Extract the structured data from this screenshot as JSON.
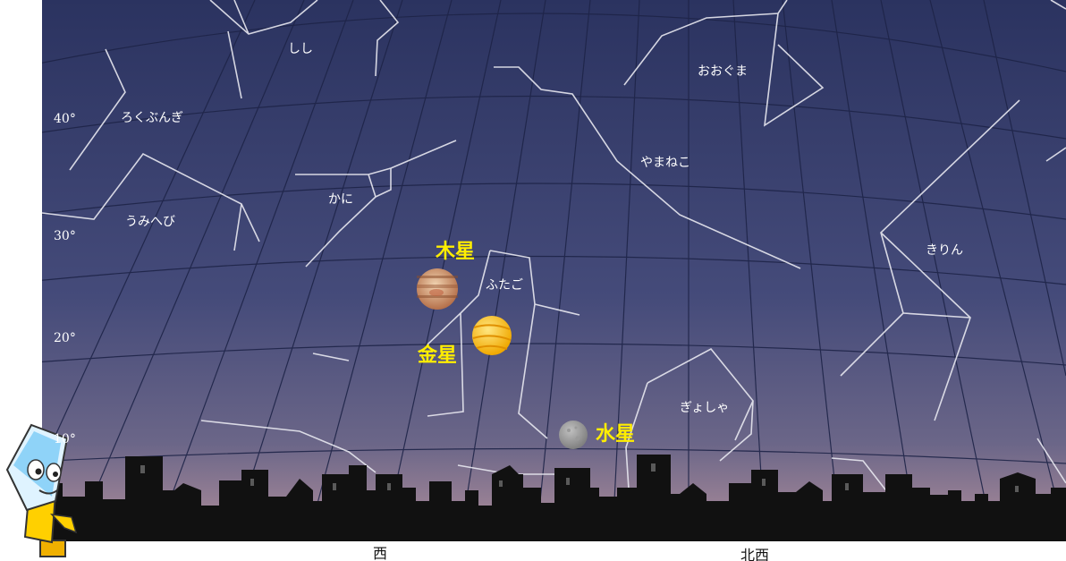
{
  "altitude_labels": [
    "40°",
    "30°",
    "20°",
    "10°"
  ],
  "constellations": {
    "shishi": "しし",
    "ookuma": "おおぐま",
    "rokubungi": "ろくぶんぎ",
    "yamaneko": "やまねこ",
    "umihebi": "うみへび",
    "kani": "かに",
    "kirin": "きりん",
    "futago": "ふたご",
    "gyosha": "ぎょしゃ"
  },
  "planets": {
    "jupiter": "木星",
    "venus": "金星",
    "mercury": "水星"
  },
  "directions": {
    "west": "西",
    "northwest": "北西"
  },
  "colors": {
    "sky_top": "#2d3561",
    "sky_mid": "#4a4f7c",
    "sky_horizon": "#a08aa0",
    "label_yellow": "#ffee00",
    "silhouette": "#111111"
  }
}
